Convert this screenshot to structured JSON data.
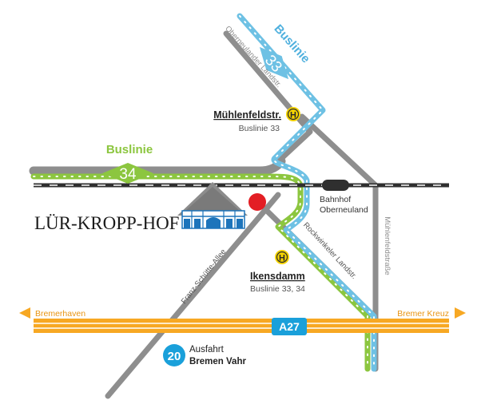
{
  "colors": {
    "road": "#8e8e8e",
    "green_line": "#8cc63f",
    "blue_line": "#6ec1e4",
    "rail": "#2f2f2f",
    "motorway": "#f7a823",
    "a27_badge": "#1aa0da",
    "exit_badge": "#1aa0da",
    "farm_dot": "#e31e24",
    "bus_stop": "#f4d300",
    "house_blue": "#1d74bb",
    "house_roof": "#8c8c8c"
  },
  "bus_33": {
    "title": "Buslinie",
    "number": "33"
  },
  "bus_34": {
    "title": "Buslinie",
    "number": "34"
  },
  "streets": {
    "oberneulander": "Oberneulander Landstr.",
    "rockwinkeler": "Rockwinkeler Landstr.",
    "franz_schuette": "Franz-Schütte-Allee",
    "muehlenfeld": "Mühlenfeldstraße"
  },
  "stops": {
    "muehlenfeld": {
      "name": "Mühlenfeldstr.",
      "lines": "Buslinie 33",
      "icon": "bus-stop-h"
    },
    "ikensdamm": {
      "name": "Ikensdamm",
      "lines": "Buslinie 33, 34",
      "icon": "bus-stop-h"
    }
  },
  "station": {
    "line1": "Bahnhof",
    "line2": "Oberneuland"
  },
  "farm": {
    "name": "LÜR-KROPP-HOF"
  },
  "motorway": {
    "label": "A27",
    "west": "Bremerhaven",
    "east": "Bremer Kreuz"
  },
  "exit": {
    "number": "20",
    "line1": "Ausfahrt",
    "line2": "Bremen Vahr"
  }
}
